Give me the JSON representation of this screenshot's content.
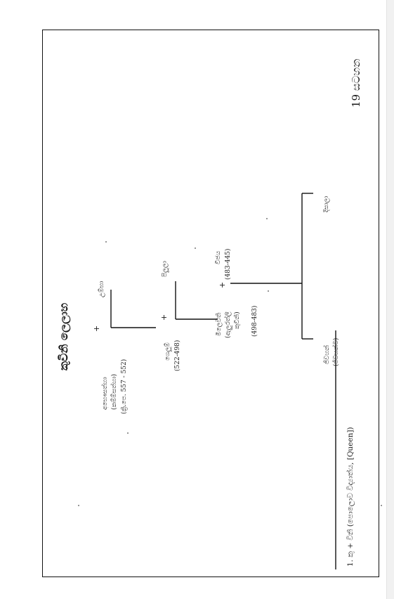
{
  "document": {
    "title": "කුවිනි ලෙලාහ",
    "page_label": "19 සටහන",
    "footnote": "1. කු + විනි (පොලොව විද්‍යාත්ය, [Queen])",
    "persons": {
      "p1_name": "අභෞසත්හා",
      "p1_alt": "(කම්ම්සත්හා)",
      "p1_dates": "(ක්‍රි.පෙ. 557 - 552)",
      "p2_name": "උම්භා",
      "p3_name": "ශෙලූම්",
      "p3_dates": "(522-498)",
      "p4_name": "පිලූලා",
      "p5_name": "මිලෙවති",
      "p5_alt": "(ඇලුරත්ලි",
      "p5_alt2": "කුවිනි)",
      "p5_dates": "(498-483)",
      "p6_name": "විජය",
      "p6_dates": "(483-445)",
      "p7_name": "ජිවහන්",
      "p7_alt": "(ජිවහන්ට)",
      "p8_name": "දිසාලා"
    },
    "plus_sign": "+"
  }
}
